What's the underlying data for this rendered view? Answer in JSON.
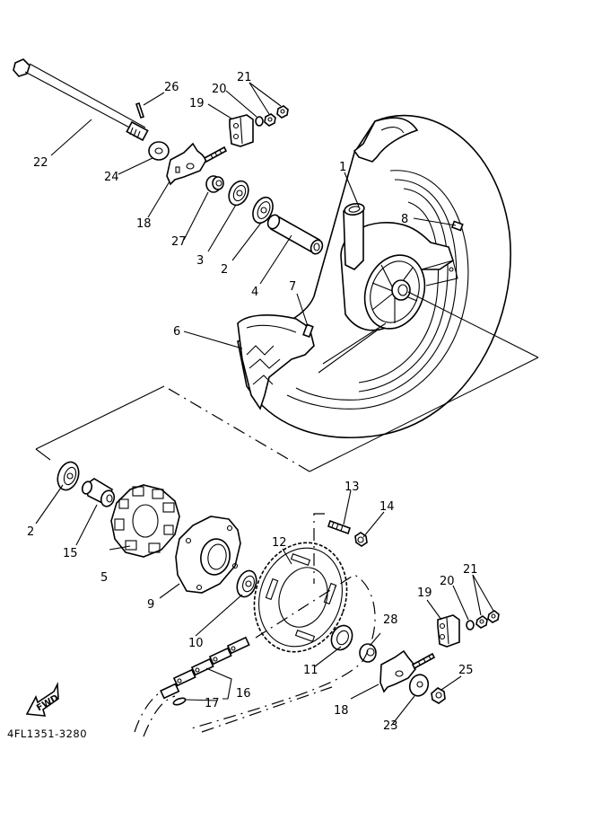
{
  "diagram": {
    "title": "Rear wheel exploded parts diagram",
    "drawing_code": "4FL1351-3280",
    "direction_marker": "FWD",
    "colors": {
      "line": "#000000",
      "background": "#ffffff"
    }
  },
  "callouts": [
    {
      "id": "1",
      "part": "wheel-hub-arm"
    },
    {
      "id": "2",
      "part": "bearing"
    },
    {
      "id": "3",
      "part": "bearing"
    },
    {
      "id": "4",
      "part": "spacer"
    },
    {
      "id": "5",
      "part": "damper"
    },
    {
      "id": "6",
      "part": "tire"
    },
    {
      "id": "7",
      "part": "valve"
    },
    {
      "id": "8",
      "part": "balance-weight"
    },
    {
      "id": "9",
      "part": "sprocket-hub"
    },
    {
      "id": "10",
      "part": "bearing"
    },
    {
      "id": "11",
      "part": "oil-seal"
    },
    {
      "id": "12",
      "part": "rear-sprocket"
    },
    {
      "id": "13",
      "part": "stud-bolt"
    },
    {
      "id": "14",
      "part": "nut"
    },
    {
      "id": "15",
      "part": "collar"
    },
    {
      "id": "16",
      "part": "drive-chain"
    },
    {
      "id": "17",
      "part": "joint-link"
    },
    {
      "id": "18",
      "part": "chain-puller"
    },
    {
      "id": "19",
      "part": "chain-puller-cap"
    },
    {
      "id": "20",
      "part": "washer"
    },
    {
      "id": "21",
      "part": "nut"
    },
    {
      "id": "22",
      "part": "axle-shaft"
    },
    {
      "id": "23",
      "part": "washer"
    },
    {
      "id": "24",
      "part": "washer"
    },
    {
      "id": "25",
      "part": "nut"
    },
    {
      "id": "26",
      "part": "cotter-pin"
    },
    {
      "id": "27",
      "part": "collar"
    },
    {
      "id": "28",
      "part": "collar"
    }
  ],
  "labels": {
    "l1": "1",
    "l2a": "2",
    "l2b": "2",
    "l3": "3",
    "l4": "4",
    "l5": "5",
    "l6": "6",
    "l7": "7",
    "l8": "8",
    "l9": "9",
    "l10": "10",
    "l11": "11",
    "l12": "12",
    "l13": "13",
    "l14": "14",
    "l15": "15",
    "l16": "16",
    "l17": "17",
    "l18a": "18",
    "l18b": "18",
    "l19a": "19",
    "l19b": "19",
    "l20a": "20",
    "l20b": "20",
    "l21a": "21",
    "l21b": "21",
    "l22": "22",
    "l23": "23",
    "l24": "24",
    "l25": "25",
    "l26": "26",
    "l27": "27",
    "l28": "28"
  }
}
